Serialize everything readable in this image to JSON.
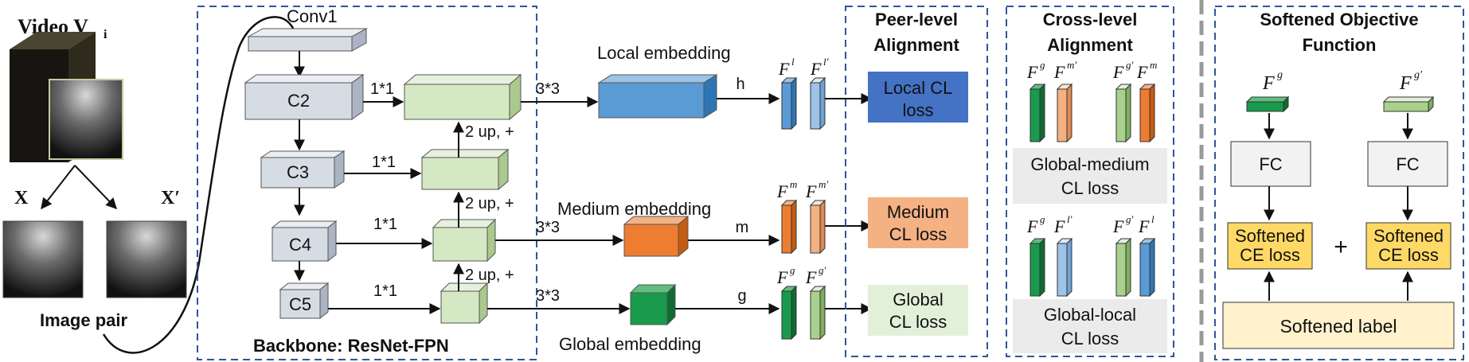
{
  "colors": {
    "backbone_face": "#d6dce4",
    "fpn_face": "#d5e8c4",
    "local_blue": "#5b9bd5",
    "medium_orange": "#ed7d31",
    "global_green": "#1a9a4c",
    "light_blue": "#9dc3e6",
    "light_orange": "#f4b183",
    "light_green": "#a9d18e",
    "local_loss_bg": "#4472c4",
    "medium_loss_bg": "#f4b183",
    "global_loss_bg": "#e2f0d9",
    "softened_bg": "#ffd966",
    "label_bg": "#fff2cc",
    "fc_bg": "#f2f2f2",
    "box_border": "#2f5597"
  },
  "input": {
    "video_label": "Video V",
    "video_sub": "i",
    "x_label": "X",
    "x_prime_label": "X′",
    "pair_label": "Image pair"
  },
  "backbone": {
    "conv1": "Conv1",
    "c2": "C2",
    "c3": "C3",
    "c4": "C4",
    "c5": "C5",
    "lateral": "1*1",
    "upsample": "2 up, +",
    "caption": "Backbone: ResNet-FPN"
  },
  "embeddings": {
    "conv": "3*3",
    "local": "Local embedding",
    "medium": "Medium embedding",
    "global": "Global embedding",
    "h": "h",
    "m": "m",
    "g": "g"
  },
  "features": {
    "F": "F",
    "l": "l",
    "l_prime": "l′",
    "m": "m",
    "m_prime": "m′",
    "g": "g",
    "g_prime": "g′"
  },
  "peer_level": {
    "title_1": "Peer-level",
    "title_2": "Alignment",
    "local_1": "Local CL",
    "local_2": "loss",
    "medium_1": "Medium",
    "medium_2": "CL loss",
    "global_1": "Global",
    "global_2": "CL loss"
  },
  "cross_level": {
    "title_1": "Cross-level",
    "title_2": "Alignment",
    "gm_1": "Global-medium",
    "gm_2": "CL loss",
    "gl_1": "Global-local",
    "gl_2": "CL loss"
  },
  "softened": {
    "title_1": "Softened Objective",
    "title_2": "Function",
    "fc": "FC",
    "ce_1": "Softened",
    "ce_2": "CE loss",
    "plus": "+",
    "label": "Softened label"
  }
}
